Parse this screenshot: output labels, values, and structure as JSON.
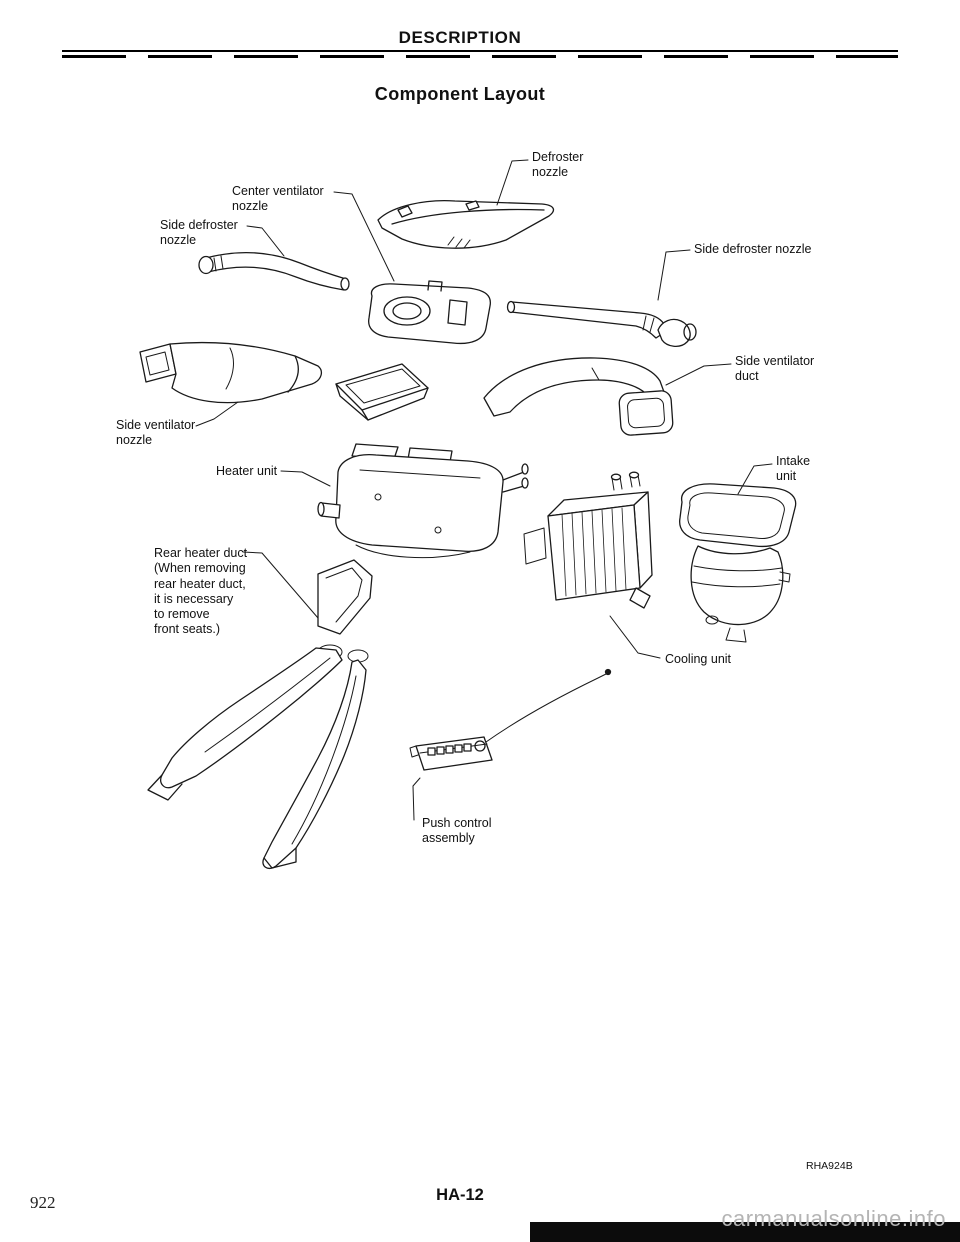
{
  "page": {
    "header": "DESCRIPTION",
    "title": "Component Layout",
    "figure_code": "RHA924B",
    "page_code": "HA-12",
    "folio": "922",
    "watermark": "carmanualsonline.info"
  },
  "diagram": {
    "labels": [
      {
        "id": "defroster-nozzle",
        "text": "Defroster\nnozzle"
      },
      {
        "id": "center-ventilator-nozzle",
        "text": "Center ventilator\nnozzle"
      },
      {
        "id": "side-defroster-nozzle-left",
        "text": "Side defroster\nnozzle"
      },
      {
        "id": "side-defroster-nozzle-right",
        "text": "Side defroster nozzle"
      },
      {
        "id": "side-ventilator-duct",
        "text": "Side ventilator\nduct"
      },
      {
        "id": "side-ventilator-nozzle",
        "text": "Side ventilator\nnozzle"
      },
      {
        "id": "heater-unit",
        "text": "Heater unit"
      },
      {
        "id": "intake-unit",
        "text": "Intake\nunit"
      },
      {
        "id": "rear-heater-duct",
        "text": "Rear heater duct\n(When removing\nrear heater duct,\nit is necessary\nto remove\nfront seats.)"
      },
      {
        "id": "cooling-unit",
        "text": "Cooling unit"
      },
      {
        "id": "push-control-assembly",
        "text": "Push control\nassembly"
      }
    ]
  }
}
